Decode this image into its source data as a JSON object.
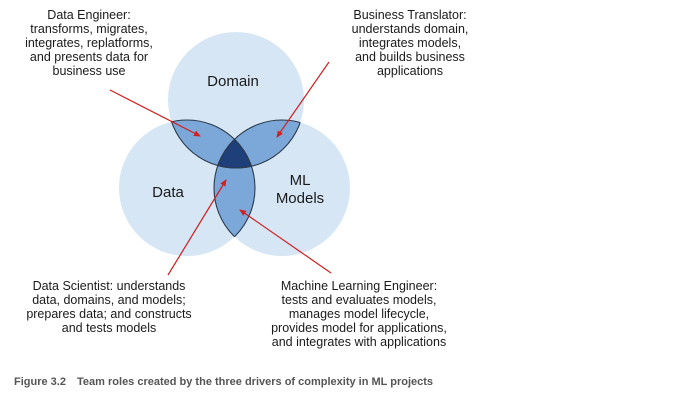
{
  "colors": {
    "circle_fill": "#d6e6f4",
    "pair_overlap": "#7ba8d8",
    "center_overlap": "#1f3f7a",
    "outline": "#2c3a4a",
    "arrow": "#d21f1f"
  },
  "circles": {
    "domain": "Domain",
    "data": "Data",
    "ml_models": [
      "ML",
      "Models"
    ]
  },
  "annotations": {
    "data_engineer": [
      "Data Engineer:",
      "transforms, migrates,",
      "integrates, replatforms,",
      "and presents data for",
      "business use"
    ],
    "business_translator": [
      "Business Translator:",
      "understands domain,",
      "integrates models,",
      "and builds business",
      "applications"
    ],
    "data_scientist": [
      "Data Scientist: understands",
      "data, domains, and models;",
      "prepares data; and constructs",
      "and tests models"
    ],
    "ml_engineer": [
      "Machine Learning Engineer:",
      "tests and evaluates models,",
      "manages model lifecycle,",
      "provides model for applications,",
      "and integrates with applications"
    ]
  },
  "caption": {
    "label": "Figure 3.2",
    "text": "Team roles created by the three drivers of complexity in ML projects"
  }
}
